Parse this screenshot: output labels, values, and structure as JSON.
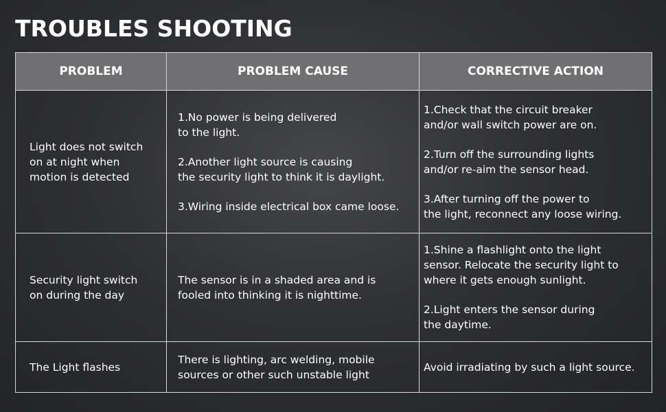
{
  "title": "TROUBLES SHOOTING",
  "headers": {
    "problem": "PROBLEM",
    "cause": "PROBLEM CAUSE",
    "action": "CORRECTIVE ACTION"
  },
  "rows": [
    {
      "problem": "Light does not switch\non at night when\nmotion is detected",
      "causes": [
        "1.No power is being delivered\nto the light.",
        "2.Another light source is causing\nthe security light to think it is daylight.",
        "3.Wiring inside electrical box came loose."
      ],
      "actions": [
        "1.Check that the circuit breaker\nand/or wall switch power are on.",
        "2.Turn off the surrounding lights\nand/or re-aim the sensor head.",
        "3.After turning off the power to\nthe light, reconnect any loose wiring."
      ]
    },
    {
      "problem": "Security light switch\non during the day",
      "causes": [
        "The sensor is in a shaded area and is\nfooled into thinking it is nighttime."
      ],
      "actions": [
        "1.Shine a flashlight onto the light\nsensor. Relocate the security light to\nwhere it gets enough sunlight.",
        "2.Light enters the sensor during\nthe daytime."
      ]
    },
    {
      "problem": "The Light flashes",
      "causes": [
        "There is lighting, arc welding, mobile\nsources or other such unstable light"
      ],
      "actions": [
        "Avoid irradiating by such a light source."
      ]
    }
  ]
}
